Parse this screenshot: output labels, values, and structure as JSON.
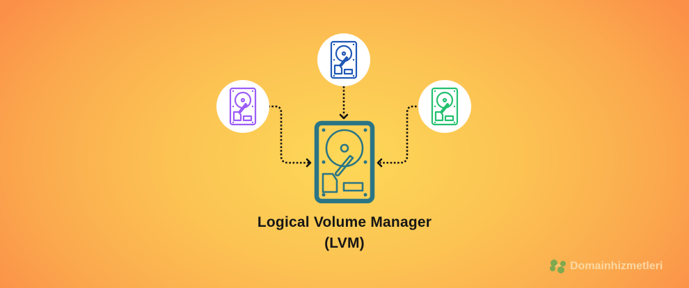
{
  "diagram": {
    "title_line1": "Logical Volume Manager",
    "title_line2": "(LVM)",
    "nodes": [
      {
        "id": "disk-left",
        "icon": "hard-disk-icon",
        "color": "#9b5cf6",
        "position": "left"
      },
      {
        "id": "disk-top",
        "icon": "hard-disk-icon",
        "color": "#1f57b5",
        "position": "top"
      },
      {
        "id": "disk-right",
        "icon": "hard-disk-icon",
        "color": "#22c06e",
        "position": "right"
      },
      {
        "id": "disk-main",
        "icon": "hard-disk-icon",
        "color": "#2a7585",
        "position": "center",
        "label": "Logical Volume Manager (LVM)"
      }
    ],
    "edges": [
      {
        "from": "disk-left",
        "to": "disk-main",
        "style": "dotted-arrow"
      },
      {
        "from": "disk-top",
        "to": "disk-main",
        "style": "dotted-arrow"
      },
      {
        "from": "disk-right",
        "to": "disk-main",
        "style": "dotted-arrow"
      }
    ]
  },
  "brand": {
    "name": "Domainhizmetleri",
    "logo_icon": "domainhizmetleri-logo-icon",
    "logo_color": "#6aa84f"
  },
  "colors": {
    "background_center": "#fdd857",
    "background_edge": "#fb9048",
    "main_disk": "#2a7585",
    "text": "#161616"
  }
}
